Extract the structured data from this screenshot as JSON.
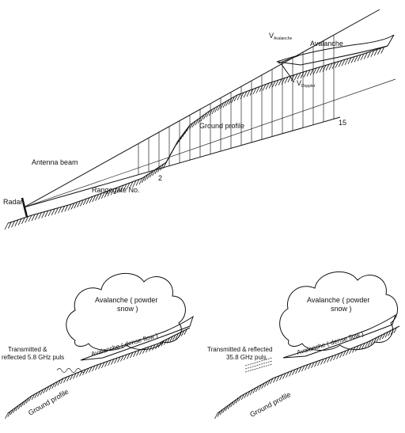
{
  "top": {
    "labels": {
      "v_avalanche": "V",
      "v_avalanche_sub": "Avalanche",
      "avalanche": "Avalanche",
      "v_doppler": "V",
      "v_doppler_sub": "Doppler",
      "ground_profile": "Ground profile",
      "range_end": "15",
      "range_start": "2",
      "antenna_beam": "Antenna beam",
      "rangegate": "Rangegate No.",
      "radar": "Radar"
    }
  },
  "left_panel": {
    "cloud_line1": "Avalanche ( powder",
    "cloud_line2": "snow )",
    "dense_flow": "Avalanche ( dense flow )",
    "tx_line1": "Transmitted &",
    "tx_line2": "reflected 5.8 GHz puls",
    "ground_profile": "Ground profile"
  },
  "right_panel": {
    "cloud_line1": "Avalanche ( powder",
    "cloud_line2": "snow )",
    "dense_flow": "Avalanche ( dense flow )",
    "tx_line1": "Transmitted & reflected",
    "tx_line2": "35.8 GHz puls",
    "ground_profile": "Ground profile"
  }
}
